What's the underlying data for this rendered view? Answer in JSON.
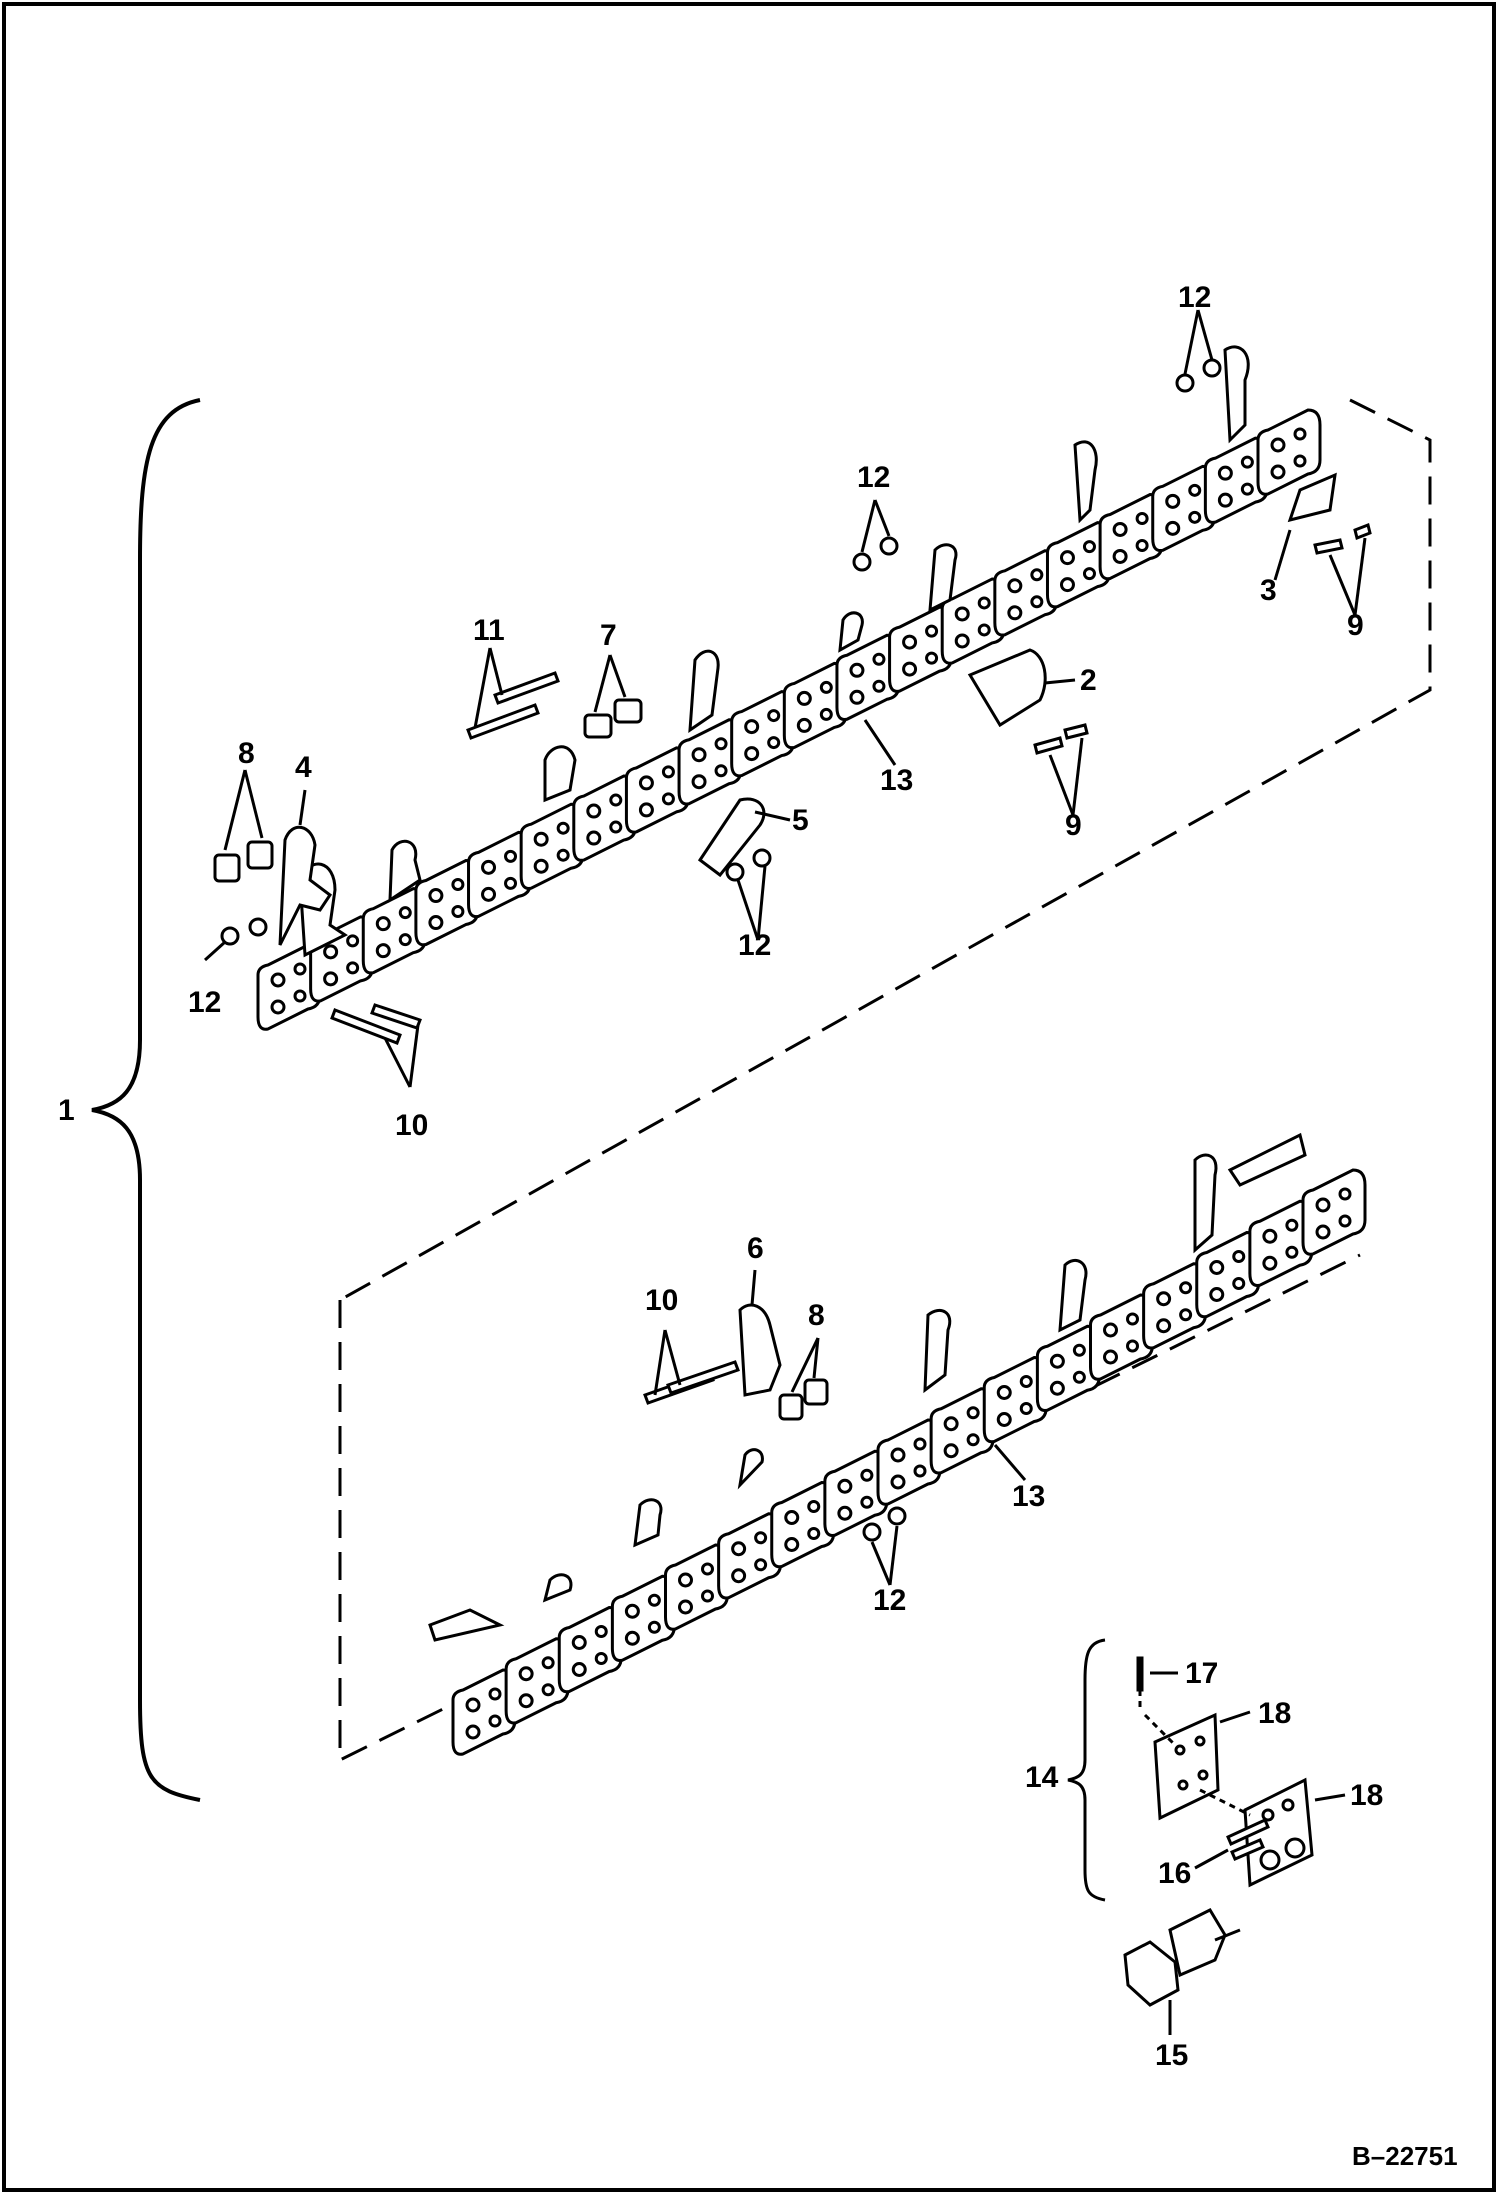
{
  "figure_ref": "B–22751",
  "callouts": {
    "c1": "1",
    "c2": "2",
    "c3": "3",
    "c4": "4",
    "c5": "5",
    "c6": "6",
    "c7": "7",
    "c8a": "8",
    "c8b": "8",
    "c9a": "9",
    "c9b": "9",
    "c10a": "10",
    "c10b": "10",
    "c11": "11",
    "c12a": "12",
    "c12b": "12",
    "c12c": "12",
    "c12d": "12",
    "c12e": "12",
    "c13a": "13",
    "c13b": "13",
    "c14": "14",
    "c15": "15",
    "c16": "16",
    "c17": "17",
    "c18a": "18",
    "c18b": "18"
  }
}
